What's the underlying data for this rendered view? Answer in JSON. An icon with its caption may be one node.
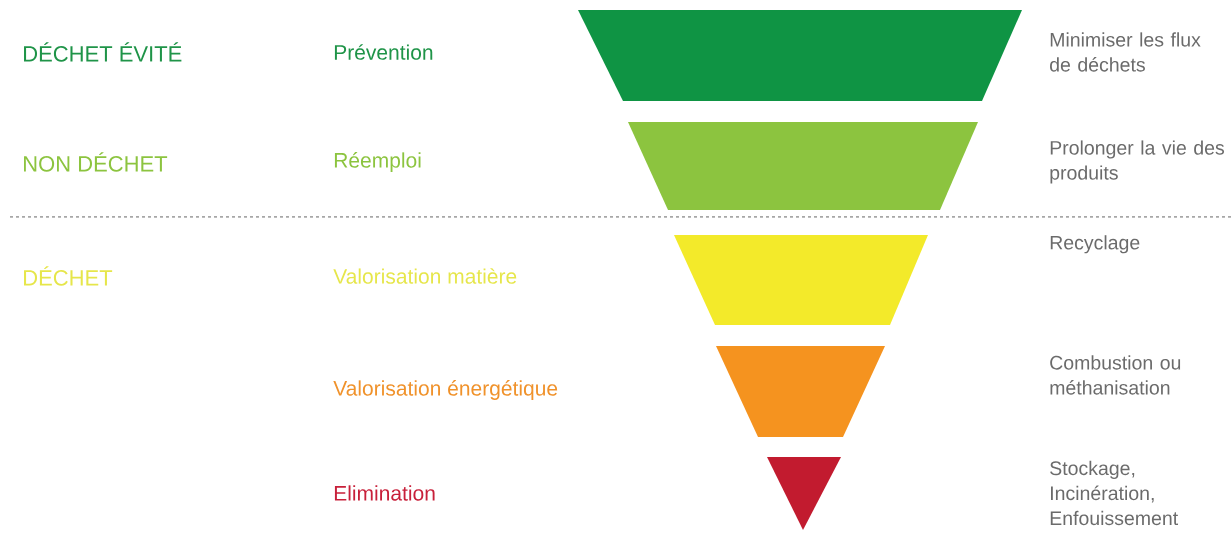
{
  "diagram": {
    "nodes": [
      {
        "text": [],
        "shape": "trapezoid"
      },
      {
        "text": [],
        "shape": "trapezoid"
      },
      {
        "text": [],
        "shape": "trapezoid"
      },
      {
        "text": [],
        "shape": "trapezoid"
      },
      {
        "text": [],
        "shape": "triangle"
      }
    ],
    "labels": [
      "DÉCHET ÉVITÉ",
      "Prévention",
      "Minimiser les flux de déchets",
      "NON DÉCHET",
      "Réemploi",
      "Prolonger la vie des produits",
      "DÉCHET",
      "Valorisation matière",
      "Recyclage",
      "Valorisation énergétique",
      "Combustion ou méthanisation",
      "Elimination",
      "Stockage, Incinération, Enfouissement"
    ]
  }
}
